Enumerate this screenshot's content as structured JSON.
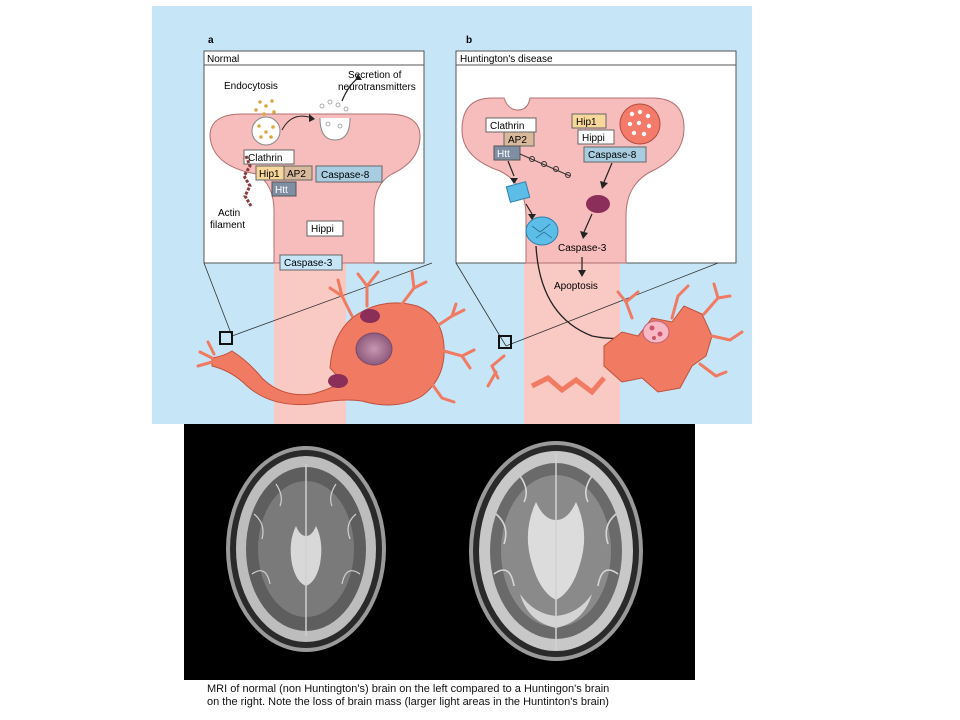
{
  "panels": {
    "a": {
      "letter": "a",
      "title": "Normal",
      "labels": {
        "endocytosis": "Endocytosis",
        "secretion_1": "Secretion of",
        "secretion_2": "neurotransmitters",
        "clathrin": "Clathrin",
        "hip1": "Hip1",
        "ap2": "AP2",
        "htt": "Htt",
        "caspase8": "Caspase-8",
        "hippi": "Hippi",
        "caspase3": "Caspase-3",
        "actin_1": "Actin",
        "actin_2": "filament"
      }
    },
    "b": {
      "letter": "b",
      "title": "Huntington's disease",
      "labels": {
        "clathrin": "Clathrin",
        "ap2": "AP2",
        "htt": "Htt",
        "hip1": "Hip1",
        "hippi": "Hippi",
        "caspase8": "Caspase-8",
        "caspase3": "Caspase-3",
        "apoptosis": "Apoptosis"
      }
    }
  },
  "caption": {
    "line1": "MRI of normal (non Huntington's) brain on the left compared to a Huntingon's brain",
    "line2": "on the right.  Note the loss of brain mass (larger light areas in the Huntinton's brain)"
  },
  "colors": {
    "background": "#c6e6f7",
    "cytoplasm": "#f7bcbc",
    "neuron": "#f07a62",
    "hip1": "#f7d79a",
    "ap2": "#d9b99b",
    "htt": "#7f8ea3",
    "caspase8": "#a8cde0",
    "aggregate": "#5bbde8"
  }
}
